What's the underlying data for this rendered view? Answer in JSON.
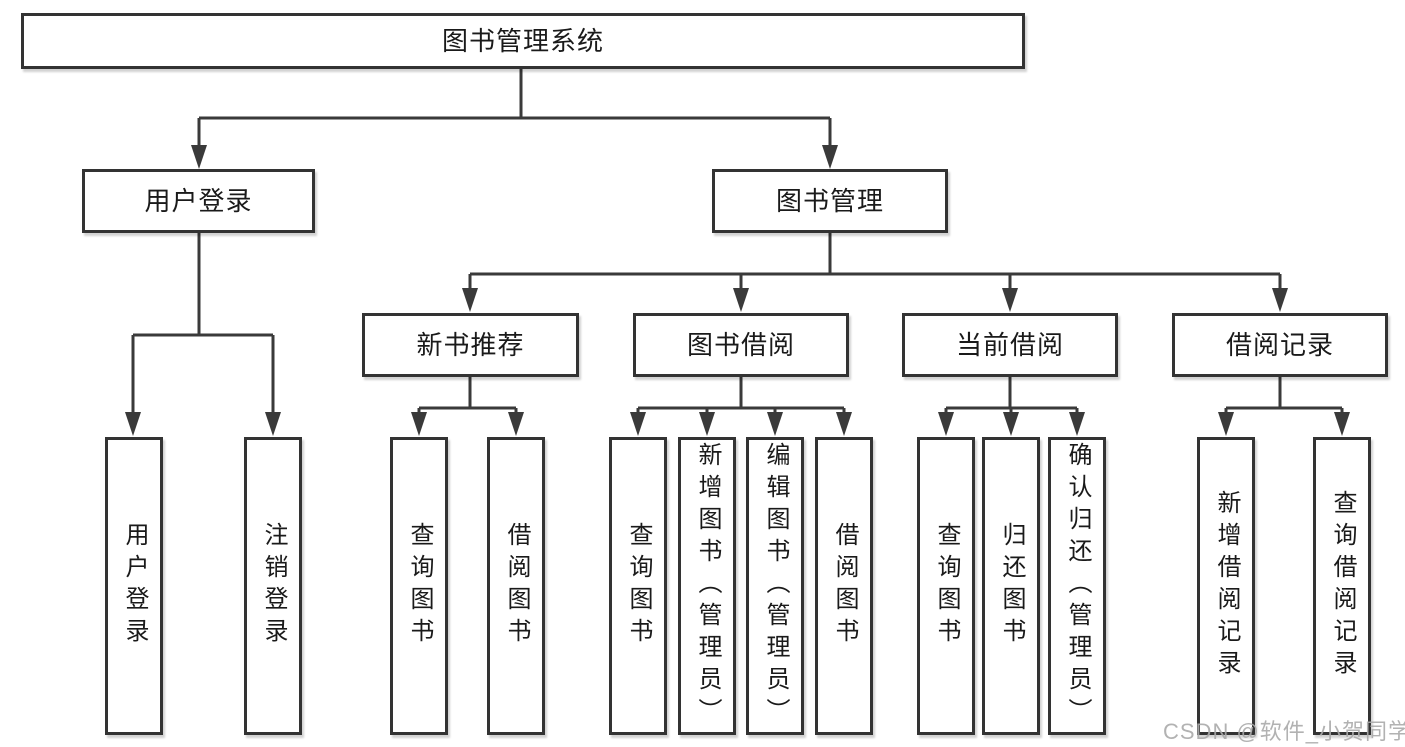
{
  "tree": {
    "label": "图书管理系统",
    "children": [
      {
        "label": "用户登录",
        "children": [
          {
            "label": "用户登录"
          },
          {
            "label": "注销登录"
          }
        ]
      },
      {
        "label": "图书管理",
        "children": [
          {
            "label": "新书推荐",
            "children": [
              {
                "label": "查询图书"
              },
              {
                "label": "借阅图书"
              }
            ]
          },
          {
            "label": "图书借阅",
            "children": [
              {
                "label": "查询图书"
              },
              {
                "label": "新增图书（管理员）"
              },
              {
                "label": "编辑图书（管理员）"
              },
              {
                "label": "借阅图书"
              }
            ]
          },
          {
            "label": "当前借阅",
            "children": [
              {
                "label": "查询图书"
              },
              {
                "label": "归还图书"
              },
              {
                "label": "确认归还（管理员）"
              }
            ]
          },
          {
            "label": "借阅记录",
            "children": [
              {
                "label": "新增借阅记录"
              },
              {
                "label": "查询借阅记录"
              }
            ]
          }
        ]
      }
    ]
  },
  "watermark": "CSDN @软件_小贺同学",
  "colors": {
    "line": "#3a3a3a",
    "box_border": "#333333",
    "box_fill": "#ffffff",
    "text": "#1a1a1a",
    "watermark": "#aaaaaa"
  }
}
